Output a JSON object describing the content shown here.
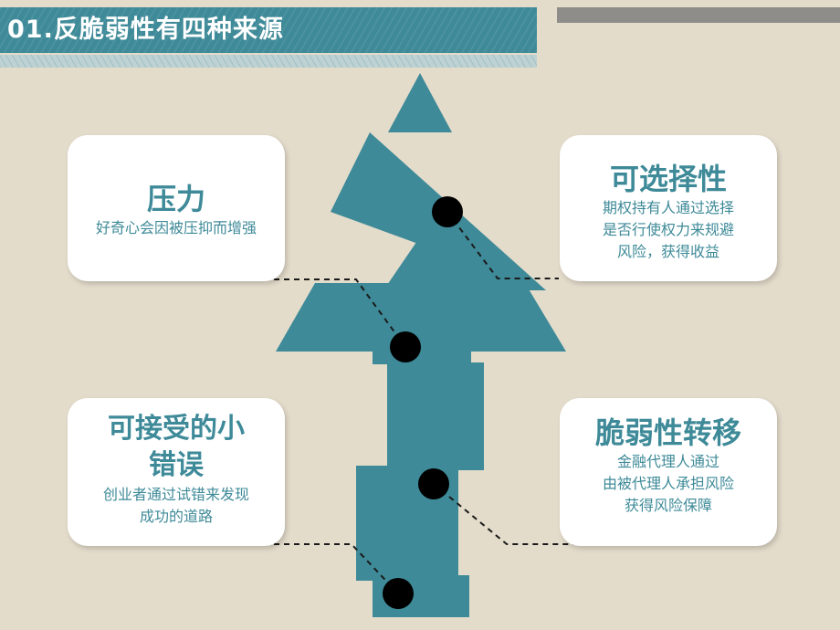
{
  "title": "01.反脆弱性有四种来源",
  "colors": {
    "background": "#e4dccb",
    "accent": "#3e8a98",
    "card": "#ffffff",
    "dot": "#000000",
    "top_right_bar": "#8f8d89"
  },
  "cards": {
    "pressure": {
      "heading": "压力",
      "lines": [
        "好奇心会因被压抑而增强"
      ]
    },
    "option": {
      "heading": "可选择性",
      "lines": [
        "期权持有人通过选择",
        "是否行使权力来规避",
        "风险，获得收益"
      ]
    },
    "error": {
      "heading_lines": [
        "可接受的小",
        "错误"
      ],
      "lines": [
        "创业者通过试错来发现",
        "成功的道路"
      ]
    },
    "transfer": {
      "heading": "脆弱性转移",
      "lines": [
        "金融代理人通过",
        "由被代理人承担风险",
        "获得风险保障"
      ]
    }
  }
}
